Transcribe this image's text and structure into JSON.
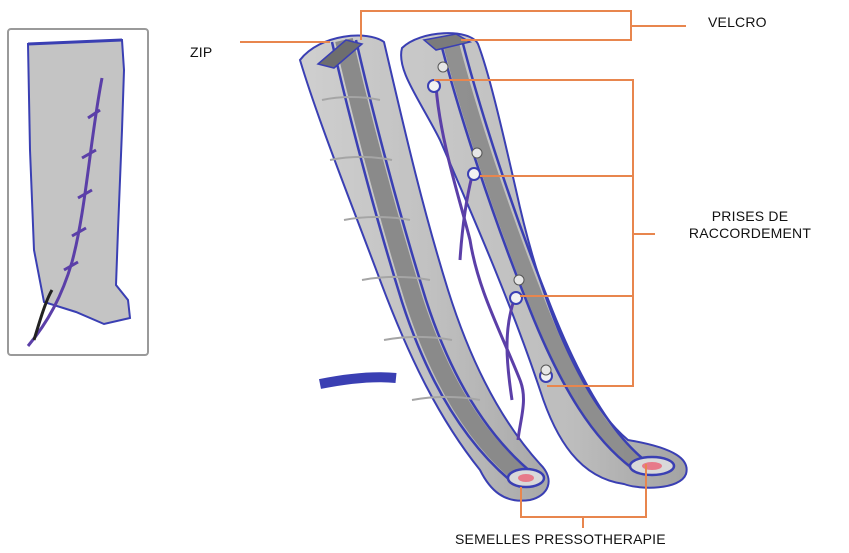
{
  "labels": {
    "zip": "ZIP",
    "velcro": "VELCRO",
    "prises_line1": "PRISES DE",
    "prises_line2": "RACCORDEMENT",
    "semelles": "SEMELLES PRESSOTHERAPIE"
  },
  "colors": {
    "leader_line": "#E8864E",
    "boot_gray": "#BEBEBE",
    "boot_shade": "#A9A9A9",
    "zip_band": "#8A8A8A",
    "piping_blue": "#3A3FB3",
    "tube_purple": "#5B3FA8",
    "frame_border": "#9A9A9A"
  },
  "icons": [
    "leg-boot-illustration",
    "connector-port-icon",
    "zip-icon",
    "velcro-strap-icon",
    "foot-sole-icon"
  ]
}
